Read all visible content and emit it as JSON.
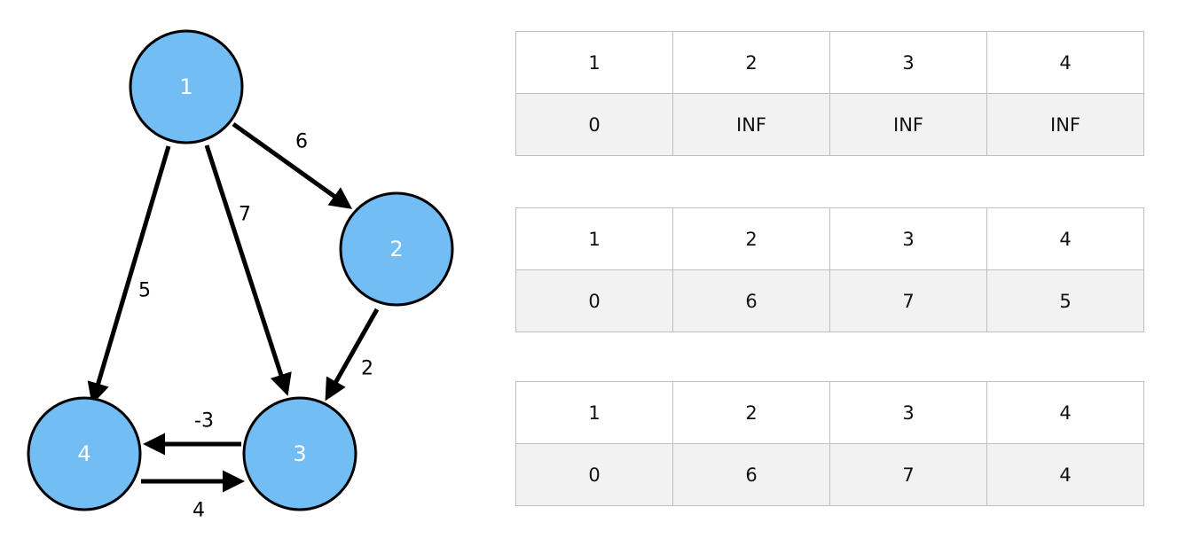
{
  "graph": {
    "node_fill": "#73bdf5",
    "node_stroke": "#000000",
    "nodes": [
      {
        "id": "1",
        "label": "1"
      },
      {
        "id": "2",
        "label": "2"
      },
      {
        "id": "3",
        "label": "3"
      },
      {
        "id": "4",
        "label": "4"
      }
    ],
    "edges": [
      {
        "from": "1",
        "to": "2",
        "weight": "6"
      },
      {
        "from": "1",
        "to": "3",
        "weight": "7"
      },
      {
        "from": "1",
        "to": "4",
        "weight": "5"
      },
      {
        "from": "2",
        "to": "3",
        "weight": "2"
      },
      {
        "from": "3",
        "to": "4",
        "weight": "-3"
      },
      {
        "from": "4",
        "to": "3",
        "weight": "4"
      }
    ]
  },
  "tables": [
    {
      "headers": [
        "1",
        "2",
        "3",
        "4"
      ],
      "values": [
        "0",
        "INF",
        "INF",
        "INF"
      ]
    },
    {
      "headers": [
        "1",
        "2",
        "3",
        "4"
      ],
      "values": [
        "0",
        "6",
        "7",
        "5"
      ]
    },
    {
      "headers": [
        "1",
        "2",
        "3",
        "4"
      ],
      "values": [
        "0",
        "6",
        "7",
        "4"
      ]
    }
  ]
}
